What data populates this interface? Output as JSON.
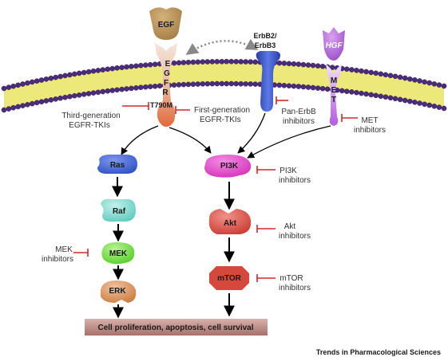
{
  "ligands": {
    "egf": "EGF",
    "hgf": "HGF"
  },
  "receptors": {
    "egfr_letters": [
      "E",
      "G",
      "F",
      "R"
    ],
    "egfr_mutation": "T790M",
    "erbb_line1": "ErbB2/",
    "erbb_line2": "ErbB3",
    "met_letters": [
      "M",
      "E",
      "T"
    ]
  },
  "nodes": {
    "ras": "Ras",
    "raf": "Raf",
    "mek": "MEK",
    "erk": "ERK",
    "pi3k": "PI3K",
    "akt": "Akt",
    "mtor": "mTOR"
  },
  "inhibitors": {
    "third_gen": [
      "Third-generation",
      "EGFR-TKIs"
    ],
    "first_gen": [
      "First-generation",
      "EGFR-TKIs"
    ],
    "pan_erbb": [
      "Pan-ErbB",
      "inhibitors"
    ],
    "met": [
      "MET",
      "inhibitors"
    ],
    "pi3k": [
      "PI3K",
      "inhibitors"
    ],
    "mek": [
      "MEK",
      "inhibitors"
    ],
    "akt": [
      "Akt",
      "inhibitors"
    ],
    "mtor": [
      "mTOR",
      "inhibitors"
    ]
  },
  "outcome": "Cell proliferation, apoptosis, cell survival",
  "footer": "Trends in Pharmacological Sciences",
  "colors": {
    "membrane_head": "#4a2c7a",
    "membrane_core": "#ece87a",
    "egf": "#b08a4c",
    "egfr_top": "#e9d3c4",
    "egfr_bottom": "#e0683a",
    "erbb": "#3551c4",
    "met": "#b25be5",
    "hgf": "#a857d4",
    "ras": "#4669d6",
    "raf": "#7fd9cf",
    "mek": "#79e040",
    "erk": "#d98a52",
    "pi3k": "#e040c8",
    "akt": "#d8463b",
    "mtor": "#d6473c",
    "inhibit": "#cc2b2b",
    "outcome": "#b98480"
  }
}
